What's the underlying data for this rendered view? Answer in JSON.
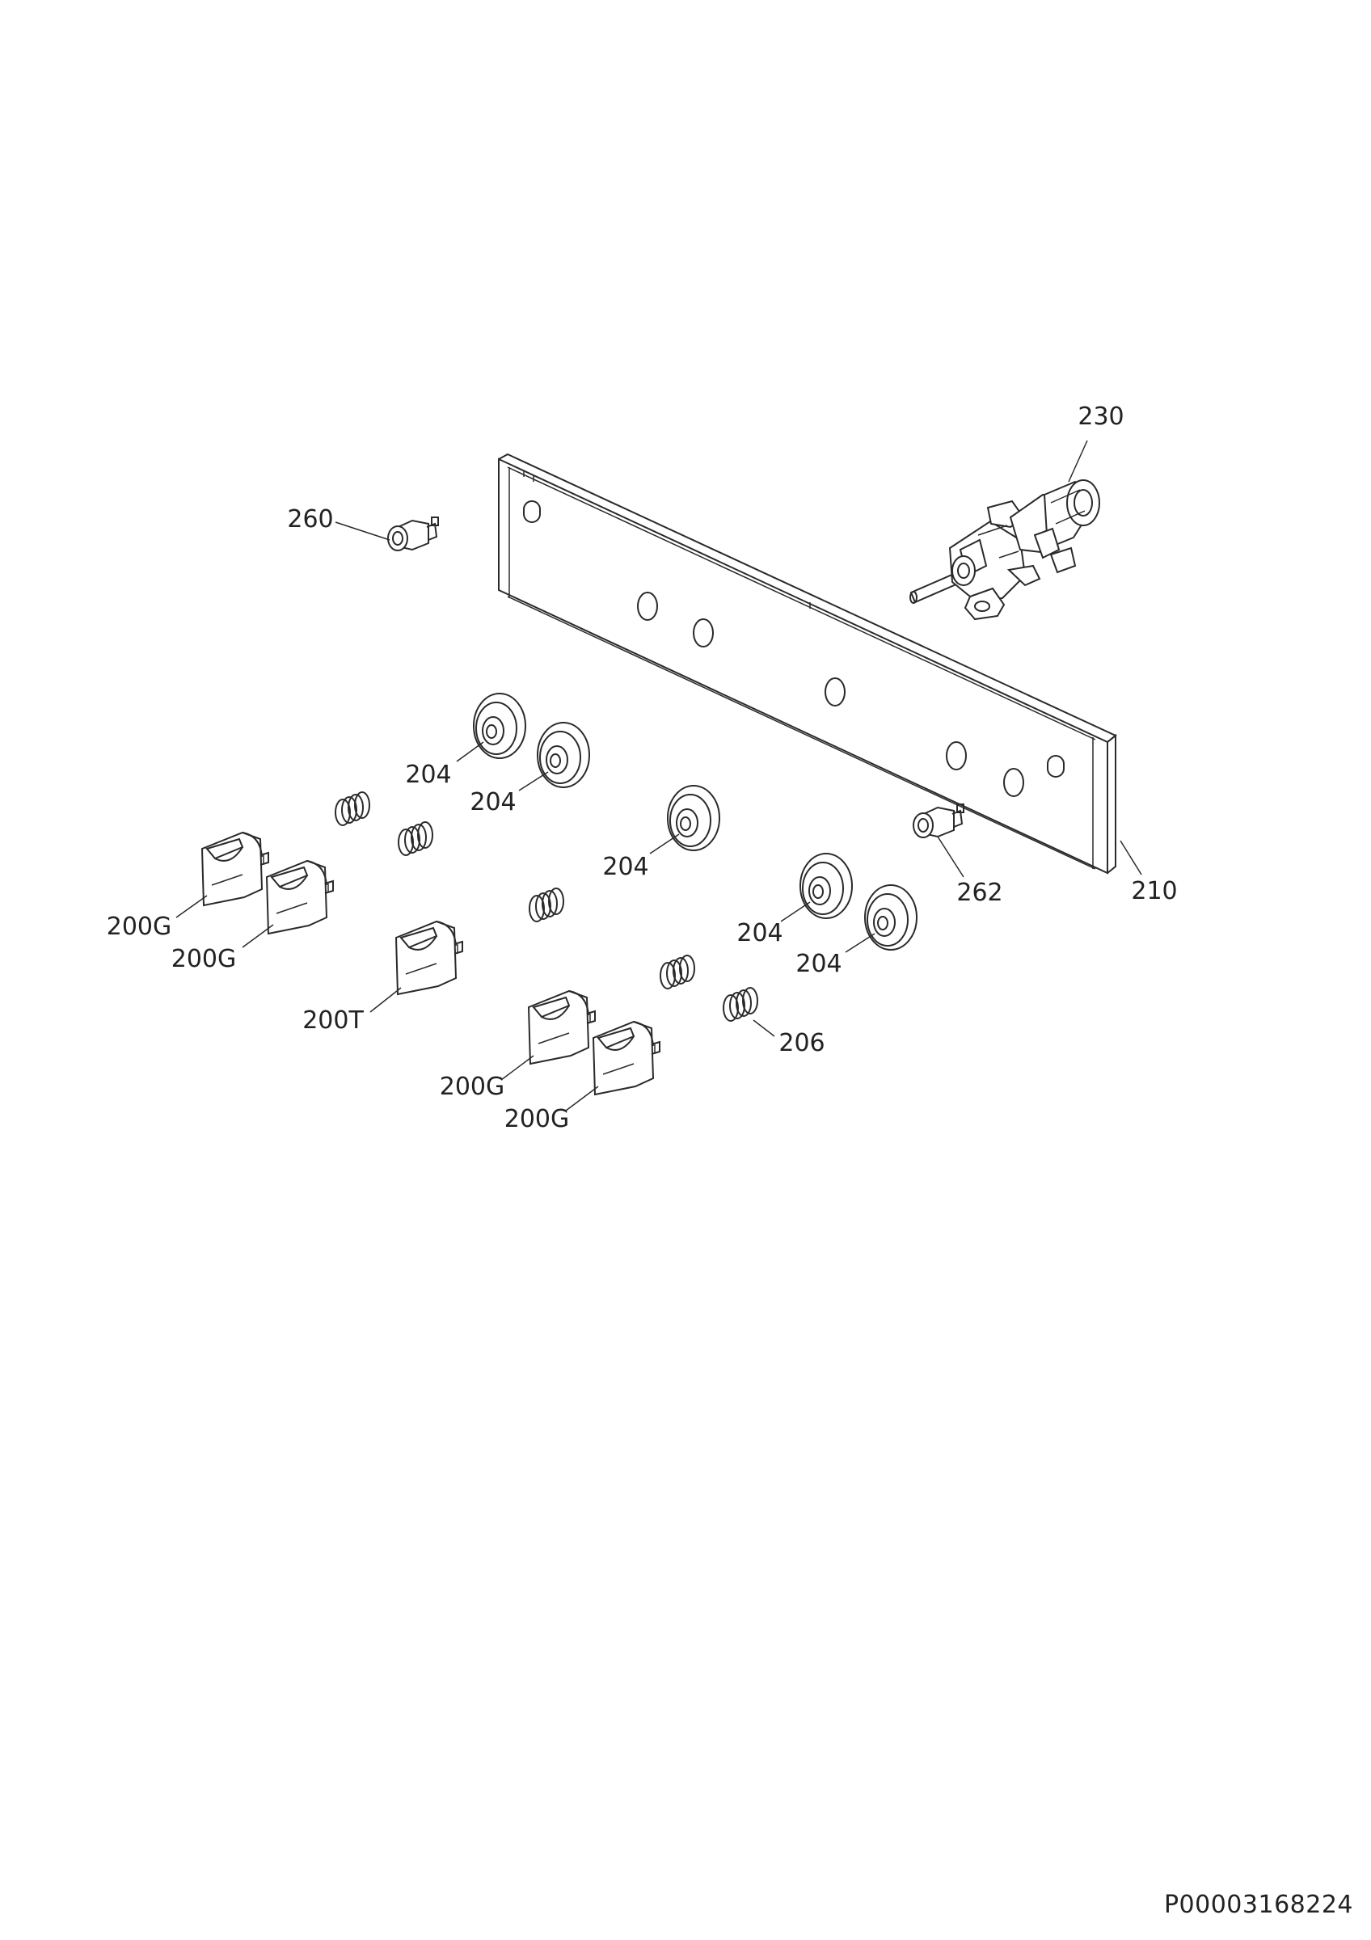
{
  "diagram": {
    "type": "exploded-parts-view",
    "labels": {
      "p230": "230",
      "p260": "260",
      "p204_a": "204",
      "p204_b": "204",
      "p204_c": "204",
      "p204_d": "204",
      "p204_e": "204",
      "p262": "262",
      "p210": "210",
      "p200g_a": "200G",
      "p200g_b": "200G",
      "p200t": "200T",
      "p200g_c": "200G",
      "p200g_d": "200G",
      "p206": "206"
    },
    "document_id": "P00003168224"
  }
}
